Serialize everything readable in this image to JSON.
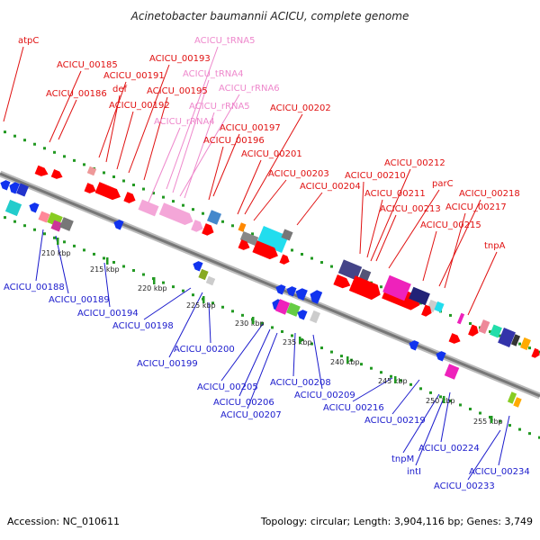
{
  "title": "Acinetobacter baumannii ACICU, complete genome",
  "footer": {
    "accession": "Accession: NC_010611",
    "summary": "Topology: circular; Length: 3,904,116 bp; Genes: 3,749"
  },
  "colors": {
    "forward_label": "#e01010",
    "reverse_label": "#1a1acc",
    "rna_label": "#ee88cc",
    "backbone": "#888888",
    "ticks": "#229922"
  },
  "scale": {
    "unit": "kbp",
    "ticks": [
      "210 kbp",
      "215 kbp",
      "220 kbp",
      "225 kbp",
      "230 kbp",
      "235 kbp",
      "240 kbp",
      "245 kbp",
      "250 kbp",
      "255 kbp"
    ]
  },
  "forward_labels": [
    "atpC",
    "ACICU_00185",
    "ACICU_00186",
    "ACICU_00191",
    "def",
    "ACICU_00192",
    "ACICU_00193",
    "ACICU_00195",
    "ACICU_00197",
    "ACICU_00196",
    "ACICU_00201",
    "ACICU_00202",
    "ACICU_00203",
    "ACICU_00204",
    "ACICU_00210",
    "ACICU_00211",
    "ACICU_00212",
    "ACICU_00213",
    "parC",
    "ACICU_00215",
    "ACICU_00218",
    "ACICU_00217",
    "tnpA"
  ],
  "rna_labels": [
    "ACICU_tRNA5",
    "ACICU_tRNA4",
    "ACICU_rRNA6",
    "ACICU_rRNA5",
    "ACICU_rRNA4"
  ],
  "reverse_labels": [
    "ACICU_00188",
    "ACICU_00189",
    "ACICU_00194",
    "ACICU_00198",
    "ACICU_00200",
    "ACICU_00199",
    "ACICU_00205",
    "ACICU_00206",
    "ACICU_00207",
    "ACICU_00208",
    "ACICU_00209",
    "ACICU_00216",
    "ACICU_00219",
    "ACICU_00224",
    "tnpM",
    "intI",
    "ACICU_00234",
    "ACICU_00233"
  ]
}
